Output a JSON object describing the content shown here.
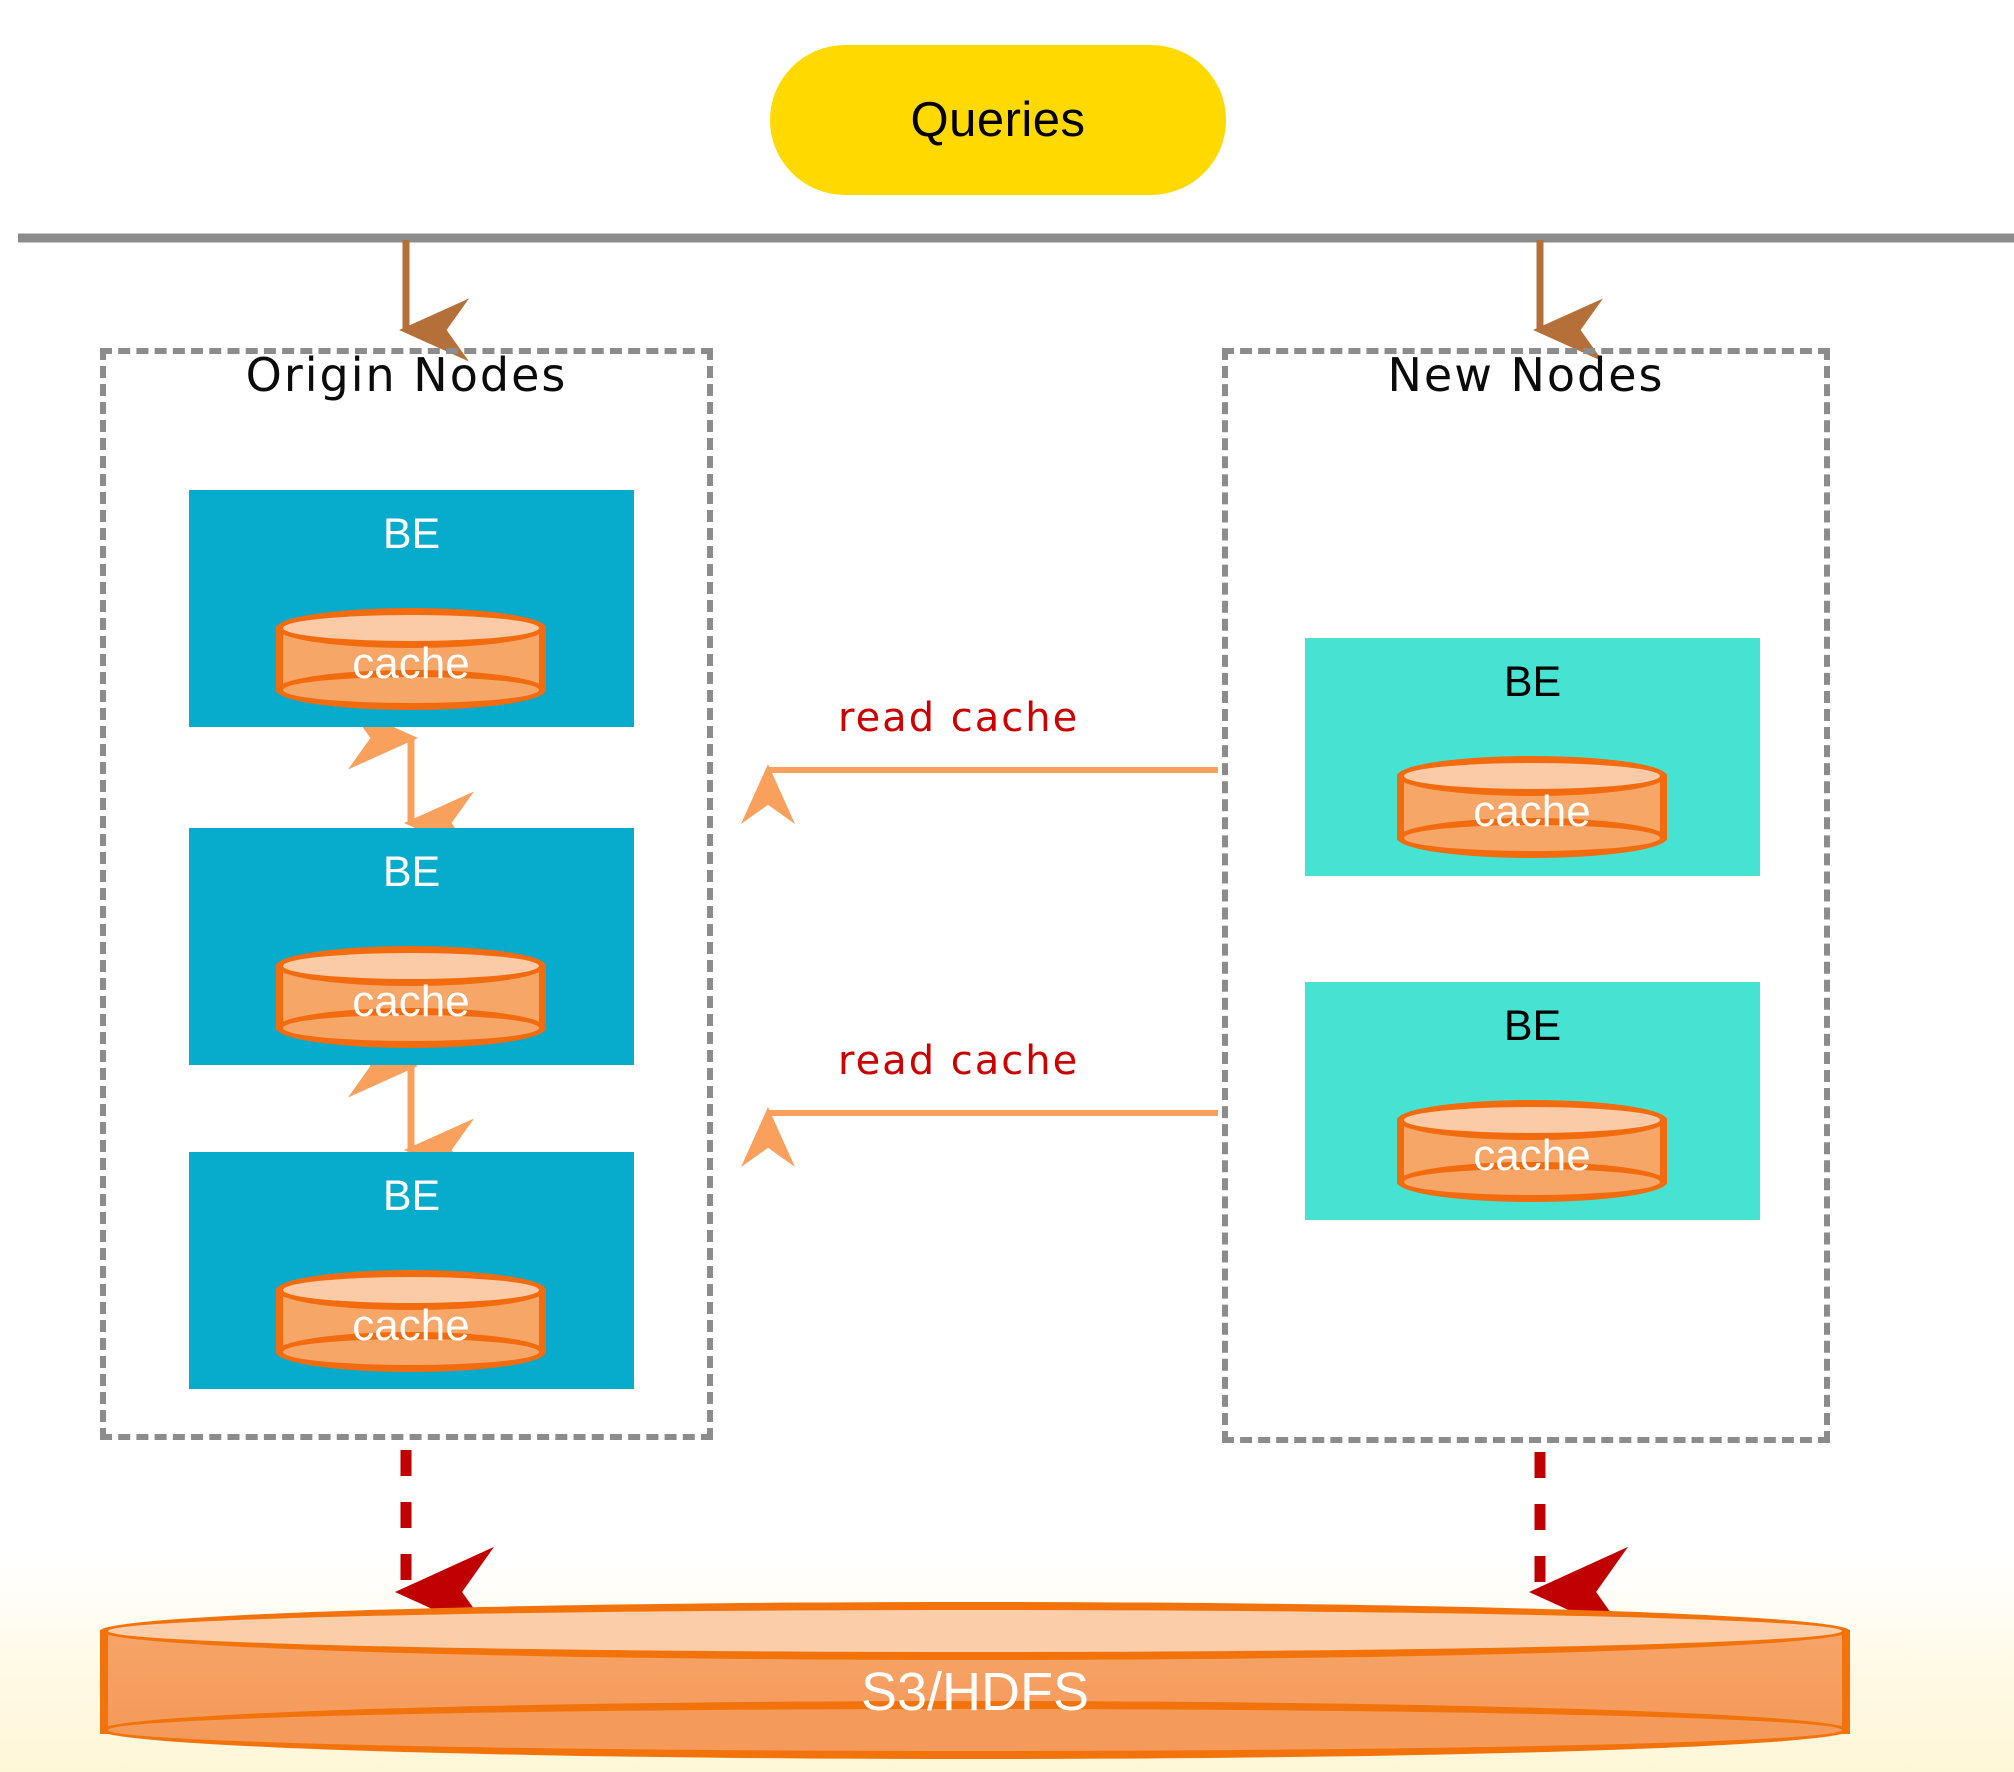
{
  "diagram": {
    "title_pill": {
      "label": "Queries",
      "color": "#FFD900",
      "text_color": "#000000"
    },
    "separator_line_color": "#8C8C8C",
    "groups": [
      {
        "id": "origin",
        "title": "Origin Nodes",
        "box_color": "#07ABCB",
        "label_color": "#FFFFFF",
        "nodes": [
          {
            "label": "BE",
            "cache_label": "cache"
          },
          {
            "label": "BE",
            "cache_label": "cache"
          },
          {
            "label": "BE",
            "cache_label": "cache"
          }
        ]
      },
      {
        "id": "new",
        "title": "New Nodes",
        "box_color": "#47E3D2",
        "label_color": "#000000",
        "nodes": [
          {
            "label": "BE",
            "cache_label": "cache"
          },
          {
            "label": "BE",
            "cache_label": "cache"
          }
        ]
      }
    ],
    "edges": [
      {
        "id": "read-cache-1",
        "label": "read cache",
        "color": "#CC0000",
        "arrow_color": "#F9A05C",
        "direction": "right-to-left"
      },
      {
        "id": "read-cache-2",
        "label": "read cache",
        "color": "#CC0000",
        "arrow_color": "#F9A05C",
        "direction": "right-to-left"
      }
    ],
    "storage": {
      "label": "S3/HDFS",
      "fill": "#F49A5A",
      "top_fill": "#FBCEA9",
      "stroke": "#F2730C",
      "text_color": "#FFFFFF"
    },
    "arrow_colors": {
      "query_down": "#B5703A",
      "peer_sync": "#F9A05C",
      "to_storage": "#C00000"
    }
  }
}
